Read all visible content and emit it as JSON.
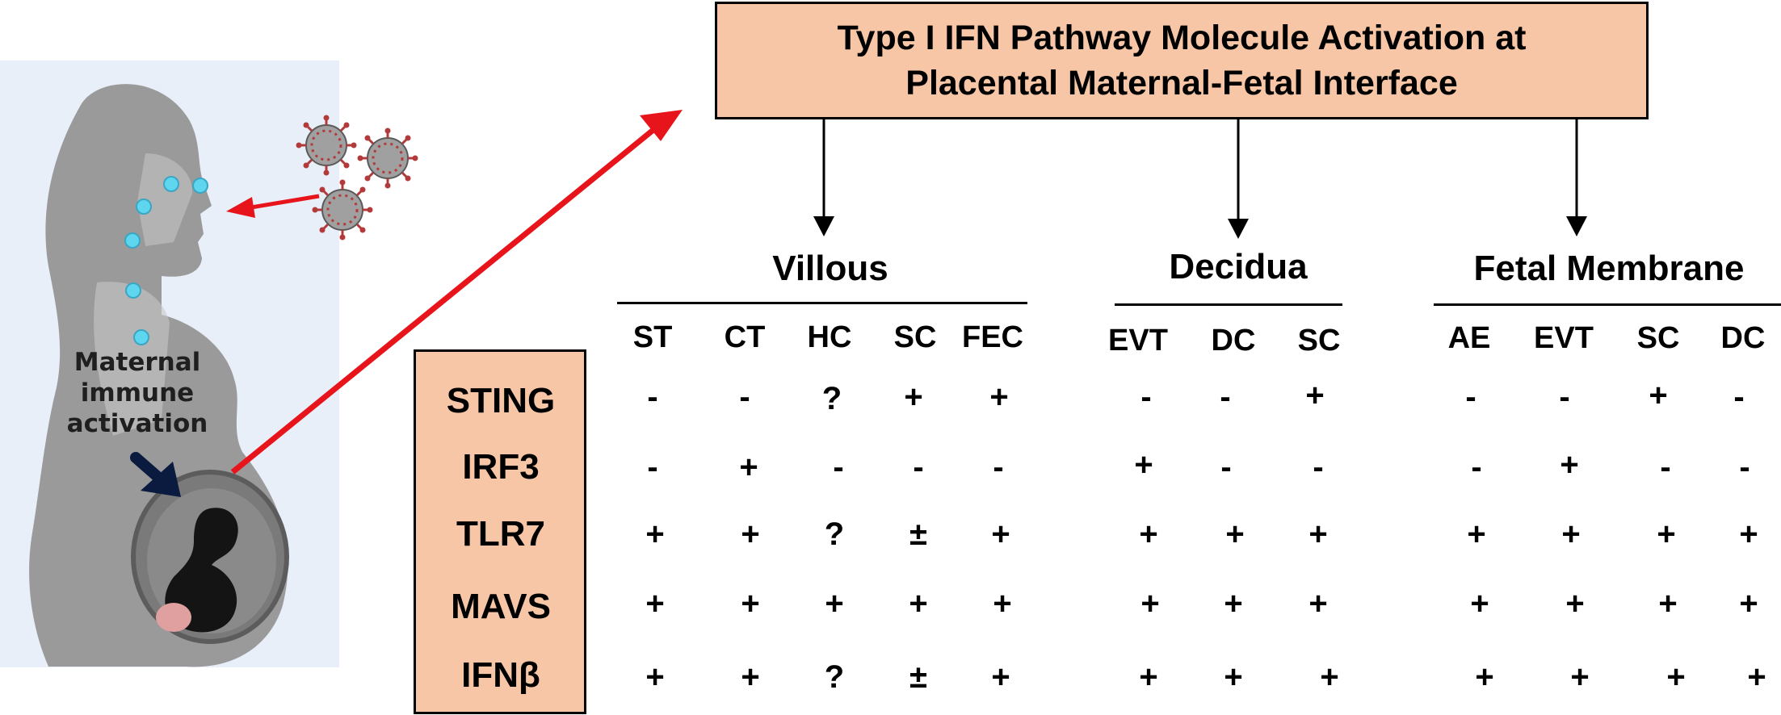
{
  "title": {
    "line1": "Type I IFN Pathway Molecule Activation at",
    "line2": "Placental Maternal-Fetal Interface"
  },
  "illustration": {
    "label_lines": [
      "Maternal",
      "immune",
      "activation"
    ],
    "icons": [
      "pregnant-woman-icon",
      "virus-icon",
      "lymph-node-icon",
      "fetus-icon"
    ]
  },
  "colors": {
    "box_fill": "#f7c6a6",
    "arrow_red": "#e8141b",
    "silhouette": "#9a9a9a",
    "background_panel": "#e8eff8",
    "node_cyan": "#5fd6ef",
    "pointer_navy": "#0b1a3f"
  },
  "groups": [
    {
      "name": "Villous",
      "columns": [
        "ST",
        "CT",
        "HC",
        "SC",
        "FEC"
      ],
      "values": [
        [
          "-",
          "-",
          "?",
          "+",
          "+"
        ],
        [
          "-",
          "+",
          "-",
          "-",
          "-"
        ],
        [
          "+",
          "+",
          "?",
          "±",
          "+"
        ],
        [
          "+",
          "+",
          "+",
          "+",
          "+"
        ],
        [
          "+",
          "+",
          "?",
          "±",
          "+"
        ]
      ]
    },
    {
      "name": "Decidua",
      "columns": [
        "EVT",
        "DC",
        "SC"
      ],
      "values": [
        [
          "-",
          "-",
          "+"
        ],
        [
          "+",
          "-",
          "-"
        ],
        [
          "+",
          "+",
          "+"
        ],
        [
          "+",
          "+",
          "+"
        ],
        [
          "+",
          "+",
          "+"
        ]
      ]
    },
    {
      "name": "Fetal Membrane",
      "columns": [
        "AE",
        "EVT",
        "SC",
        "DC"
      ],
      "values": [
        [
          "-",
          "-",
          "+",
          "-"
        ],
        [
          "-",
          "+",
          "-",
          "-"
        ],
        [
          "+",
          "+",
          "+",
          "+"
        ],
        [
          "+",
          "+",
          "+",
          "+"
        ],
        [
          "+",
          "+",
          "+",
          "+"
        ]
      ]
    }
  ],
  "rows": [
    "STING",
    "IRF3",
    "TLR7",
    "MAVS",
    "IFNβ"
  ]
}
